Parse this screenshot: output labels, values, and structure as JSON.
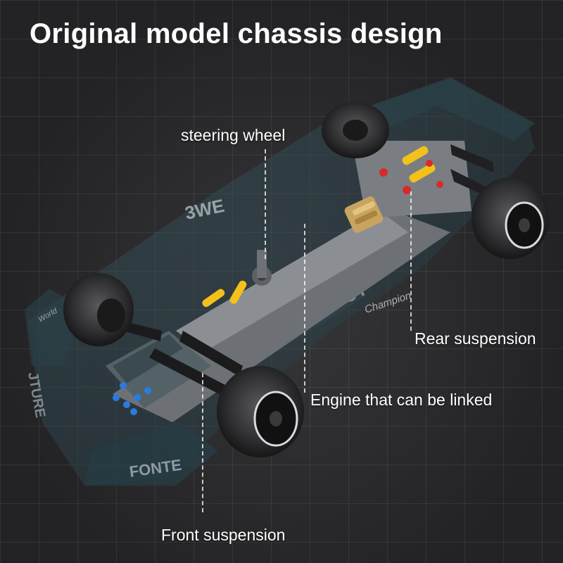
{
  "title": "Original model chassis design",
  "callouts": {
    "steering_wheel": "steering wheel",
    "rear_suspension": "Rear suspension",
    "engine": "Engine that can be linked",
    "front_suspension": "Front suspension"
  },
  "livery_text": {
    "sidepod_left": "3WE",
    "sidepod_right": "FUT",
    "sponsor": "Champion",
    "nose": "JTURE",
    "front_wing": "FONTE",
    "wing_small": "World"
  },
  "colors": {
    "background": "#232325",
    "body_teal": "#2f4a52",
    "chassis_gray": "#8b8f94",
    "accent_yellow": "#f2c21b",
    "accent_red": "#d82a2a",
    "accent_blue": "#2a7be0",
    "text": "#ffffff"
  }
}
